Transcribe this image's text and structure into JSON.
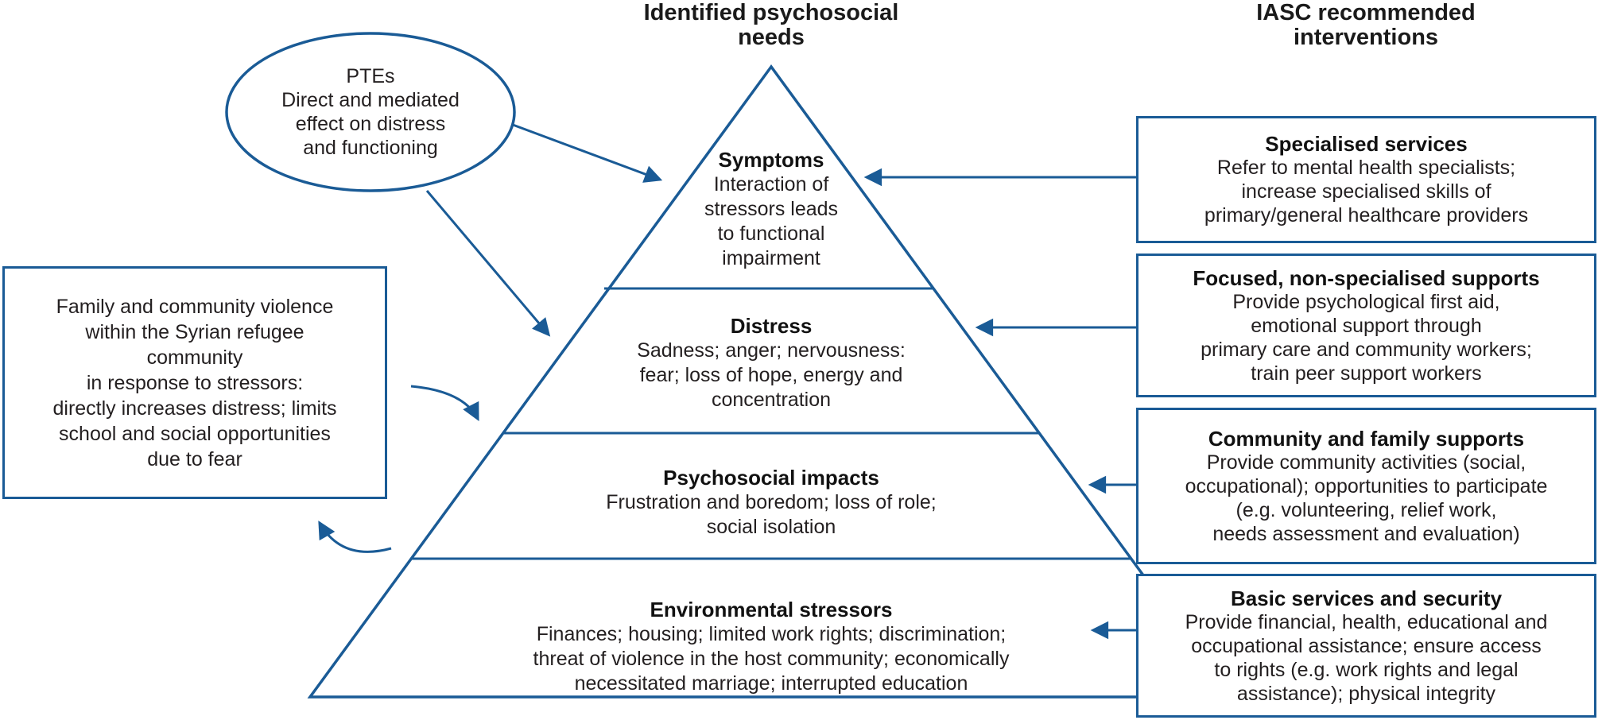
{
  "colors": {
    "accent": "#1A5B96",
    "text": "#231F20"
  },
  "headers": {
    "needs": "Identified psychosocial\nneeds",
    "interventions": "IASC recommended\ninterventions"
  },
  "ellipse": {
    "text": "PTEs\nDirect and mediated\neffect on distress\nand functioning"
  },
  "left_box": {
    "text": "Family and community violence\nwithin the Syrian refugee\ncommunity\nin response to stressors:\ndirectly increases distress; limits\nschool and social opportunities\ndue to fear"
  },
  "pyramid": {
    "levels": [
      {
        "title": "Symptoms",
        "body": "Interaction of\nstressors leads\nto functional\nimpairment"
      },
      {
        "title": "Distress",
        "body": "Sadness; anger; nervousness:\nfear; loss of hope, energy and\nconcentration"
      },
      {
        "title": "Psychosocial impacts",
        "body": "Frustration and boredom; loss of role;\nsocial isolation"
      },
      {
        "title": "Environmental stressors",
        "body": "Finances; housing; limited work rights; discrimination;\nthreat of violence in the host community; economically\nnecessitated marriage; interrupted education"
      }
    ]
  },
  "interventions": {
    "boxes": [
      {
        "title": "Specialised services",
        "body": "Refer to mental health specialists;\nincrease specialised skills of\nprimary/general healthcare providers"
      },
      {
        "title": "Focused, non-specialised supports",
        "body": "Provide psychological first aid,\nemotional support through\nprimary care and community workers;\ntrain peer support workers"
      },
      {
        "title": "Community and family supports",
        "body": "Provide community activities (social,\noccupational); opportunities to participate\n(e.g. volunteering, relief work,\nneeds assessment and evaluation)"
      },
      {
        "title": "Basic services and security",
        "body": "Provide financial, health, educational and\noccupational assistance; ensure access\nto rights (e.g. work rights and legal\nassistance); physical integrity"
      }
    ]
  }
}
